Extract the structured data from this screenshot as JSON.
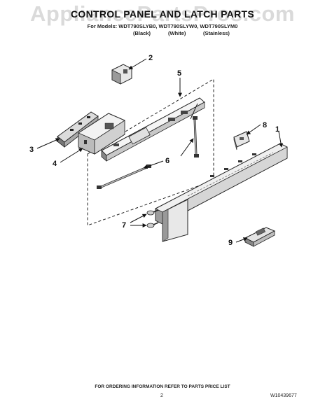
{
  "watermark": "AppliancePartsPros.com",
  "title": "CONTROL PANEL AND LATCH PARTS",
  "models_line": "For Models: WDT790SLYB0, WDT790SLYW0, WDT790SLYM0",
  "finishes": [
    "(Black)",
    "(White)",
    "(Stainless)"
  ],
  "callouts": [
    "1",
    "2",
    "3",
    "4",
    "5",
    "6",
    "7",
    "8",
    "9"
  ],
  "footer": "FOR ORDERING INFORMATION REFER TO PARTS PRICE LIST",
  "page_number": "2",
  "document_number": "W10439677"
}
